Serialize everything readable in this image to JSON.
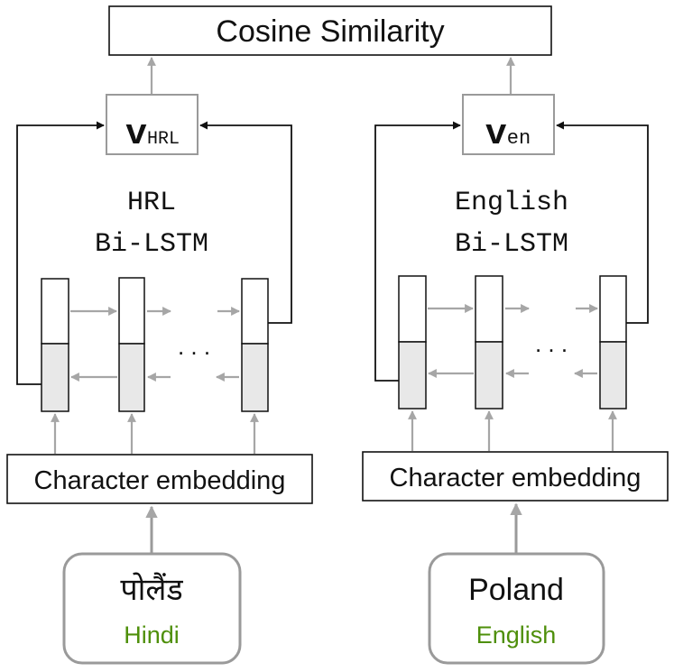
{
  "top": {
    "title": "Cosine Similarity"
  },
  "left": {
    "vector_base": "v",
    "vector_sub": "HRL",
    "lstm_line1": "HRL",
    "lstm_line2": "Bi-LSTM",
    "ellipsis": ". . .",
    "embedding": "Character embedding",
    "word": "पोलैंड",
    "language": "Hindi"
  },
  "right": {
    "vector_base": "v",
    "vector_sub": "en",
    "lstm_line1": "English",
    "lstm_line2": "Bi-LSTM",
    "ellipsis": ". . .",
    "embedding": "Character embedding",
    "word": "Poland",
    "language": "English"
  },
  "colors": {
    "box_stroke": "#111111",
    "gray_stroke": "#9a9a9a",
    "gray_arrow": "#a6a6a6",
    "cell_fill": "#e8e8e8",
    "language_green": "#4e8f0a"
  }
}
